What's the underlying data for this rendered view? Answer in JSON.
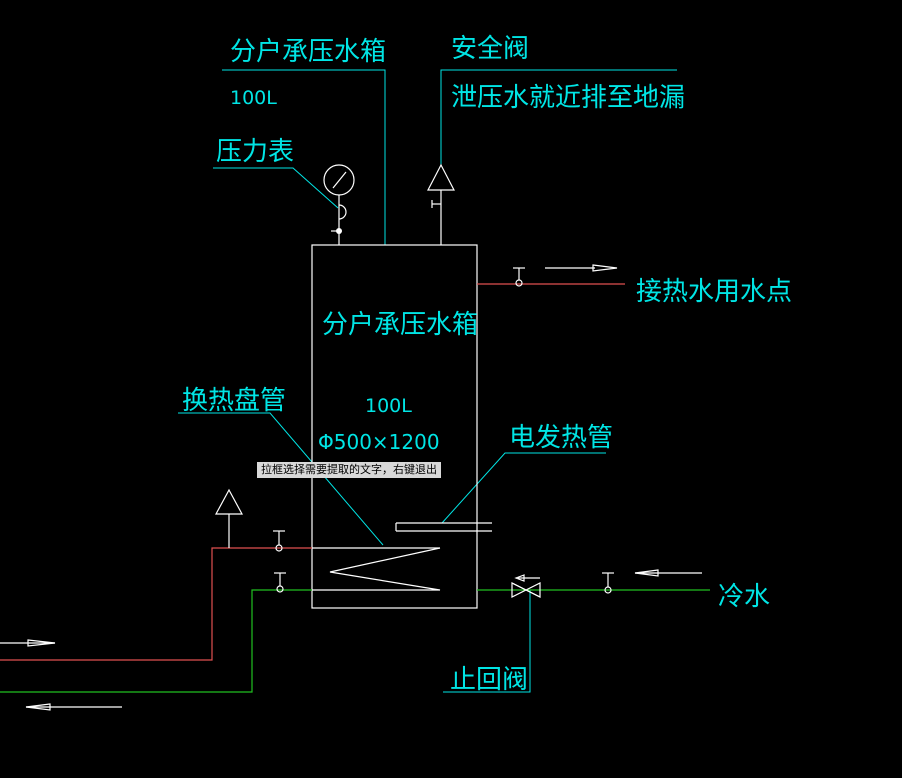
{
  "labels": {
    "top_tank_name": "分户承压水箱",
    "top_tank_capacity": "100L",
    "safety_valve": "安全阀",
    "safety_valve_note": "泄压水就近排至地漏",
    "pressure_gauge": "压力表",
    "hot_water_outlet": "接热水用水点",
    "tank_name": "分户承压水箱",
    "tank_capacity": "100L",
    "tank_size": "Φ500×1200",
    "heat_coil": "换热盘管",
    "electric_heater": "电发热管",
    "cold_water": "冷水",
    "check_valve": "止回阀"
  },
  "tooltip": "拉框选择需要提取的文字，右键退出",
  "colors": {
    "text": "#00e5e5",
    "pipe_hot": "#e05050",
    "pipe_cold": "#20c020",
    "equipment": "#ffffff",
    "background": "#000000"
  }
}
